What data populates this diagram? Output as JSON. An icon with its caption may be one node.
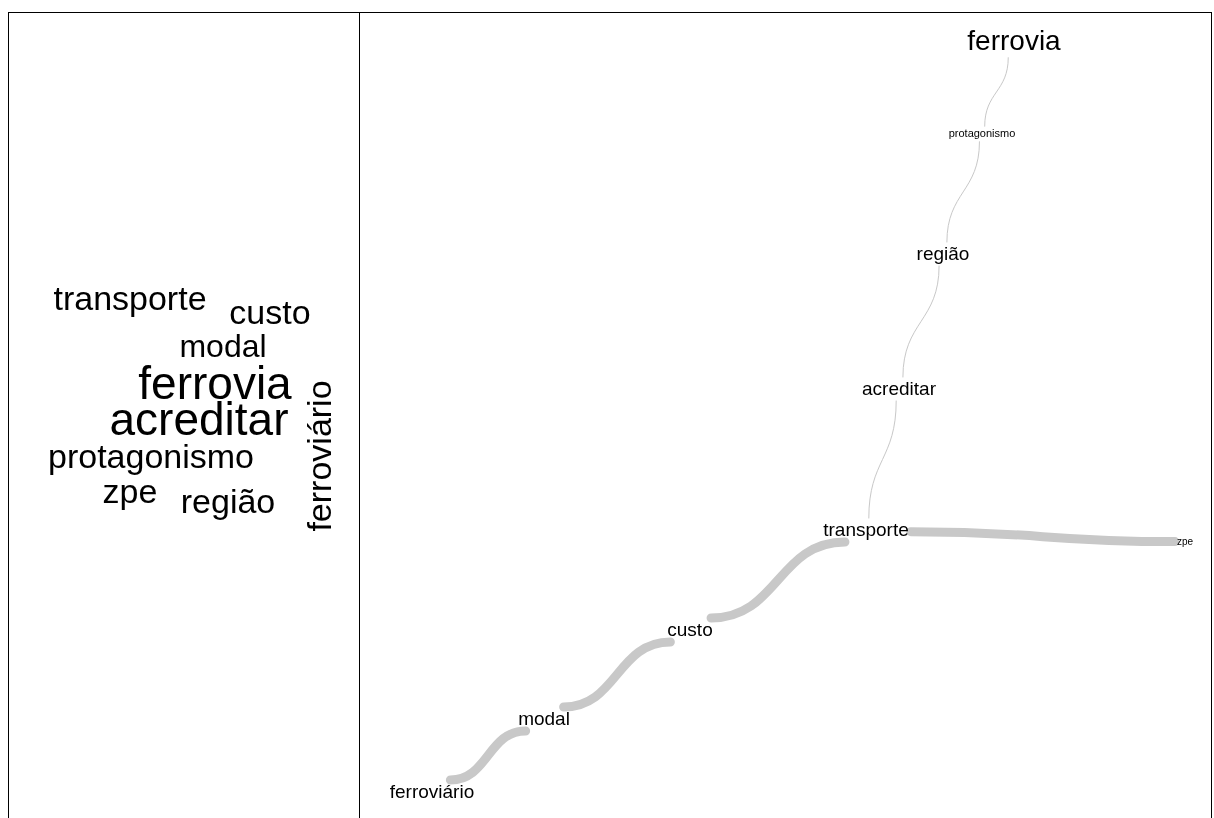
{
  "diagram": {
    "nodes": [
      {
        "text": [
          "ferrovia"
        ]
      },
      {
        "text": [
          "protagonismo"
        ]
      },
      {
        "text": [
          "região"
        ]
      },
      {
        "text": [
          "acreditar"
        ]
      },
      {
        "text": [
          "transporte"
        ]
      },
      {
        "text": [
          "zpe"
        ]
      },
      {
        "text": [
          "custo"
        ]
      },
      {
        "text": [
          "modal"
        ]
      },
      {
        "text": [
          "ferroviário"
        ]
      }
    ],
    "edges": [
      {
        "from": 0,
        "to": 1,
        "arrow": "none"
      },
      {
        "from": 1,
        "to": 2,
        "arrow": "none"
      },
      {
        "from": 2,
        "to": 3,
        "arrow": "none"
      },
      {
        "from": 3,
        "to": 4,
        "arrow": "none"
      },
      {
        "from": 4,
        "to": 5,
        "arrow": "none",
        "style": "thick"
      },
      {
        "from": 4,
        "to": 6,
        "arrow": "none",
        "style": "thick"
      },
      {
        "from": 6,
        "to": 7,
        "arrow": "none",
        "style": "thick"
      },
      {
        "from": 7,
        "to": 8,
        "arrow": "none",
        "style": "thick"
      }
    ],
    "labels": [
      "transporte",
      "custo",
      "modal",
      "ferrovia",
      "acreditar",
      "protagonismo",
      "zpe",
      "região",
      "ferroviário"
    ]
  }
}
